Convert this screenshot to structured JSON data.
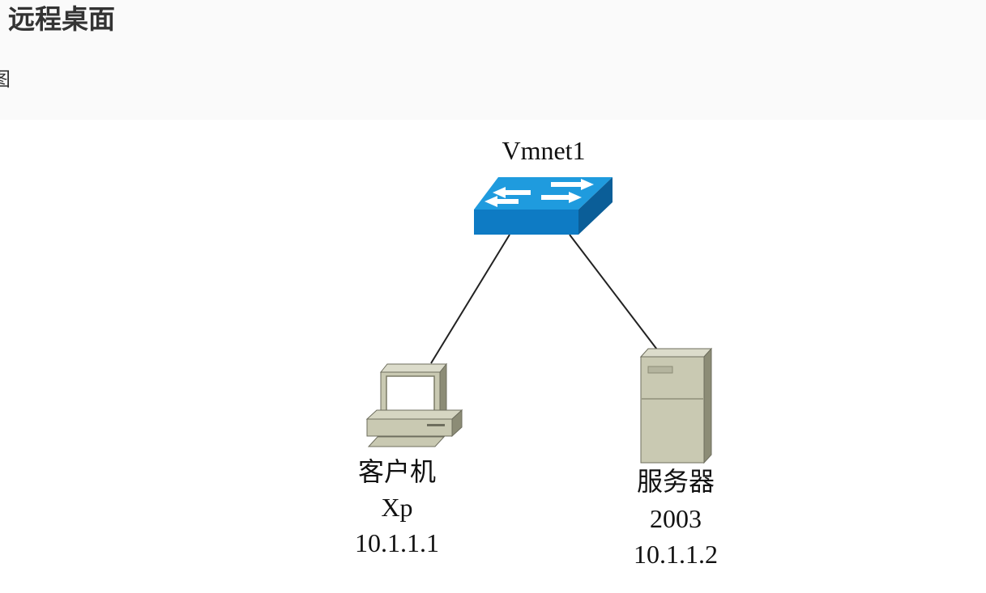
{
  "page": {
    "title": "远程桌面",
    "caption_fragment": "图"
  },
  "diagram": {
    "switch": {
      "label": "Vmnet1",
      "icon": "switch-icon"
    },
    "client": {
      "role": "客户机",
      "os": "Xp",
      "ip": "10.1.1.1",
      "icon": "workstation-icon"
    },
    "server": {
      "role": "服务器",
      "os": "2003",
      "ip": "10.1.1.2",
      "icon": "server-tower-icon"
    }
  },
  "colors": {
    "switch_top": "#1F9BDE",
    "switch_front": "#0E7BC4",
    "switch_side": "#0B5E98",
    "device_beige": "#C9C9B2",
    "device_shadow": "#9E9E88",
    "link_line": "#222222"
  }
}
